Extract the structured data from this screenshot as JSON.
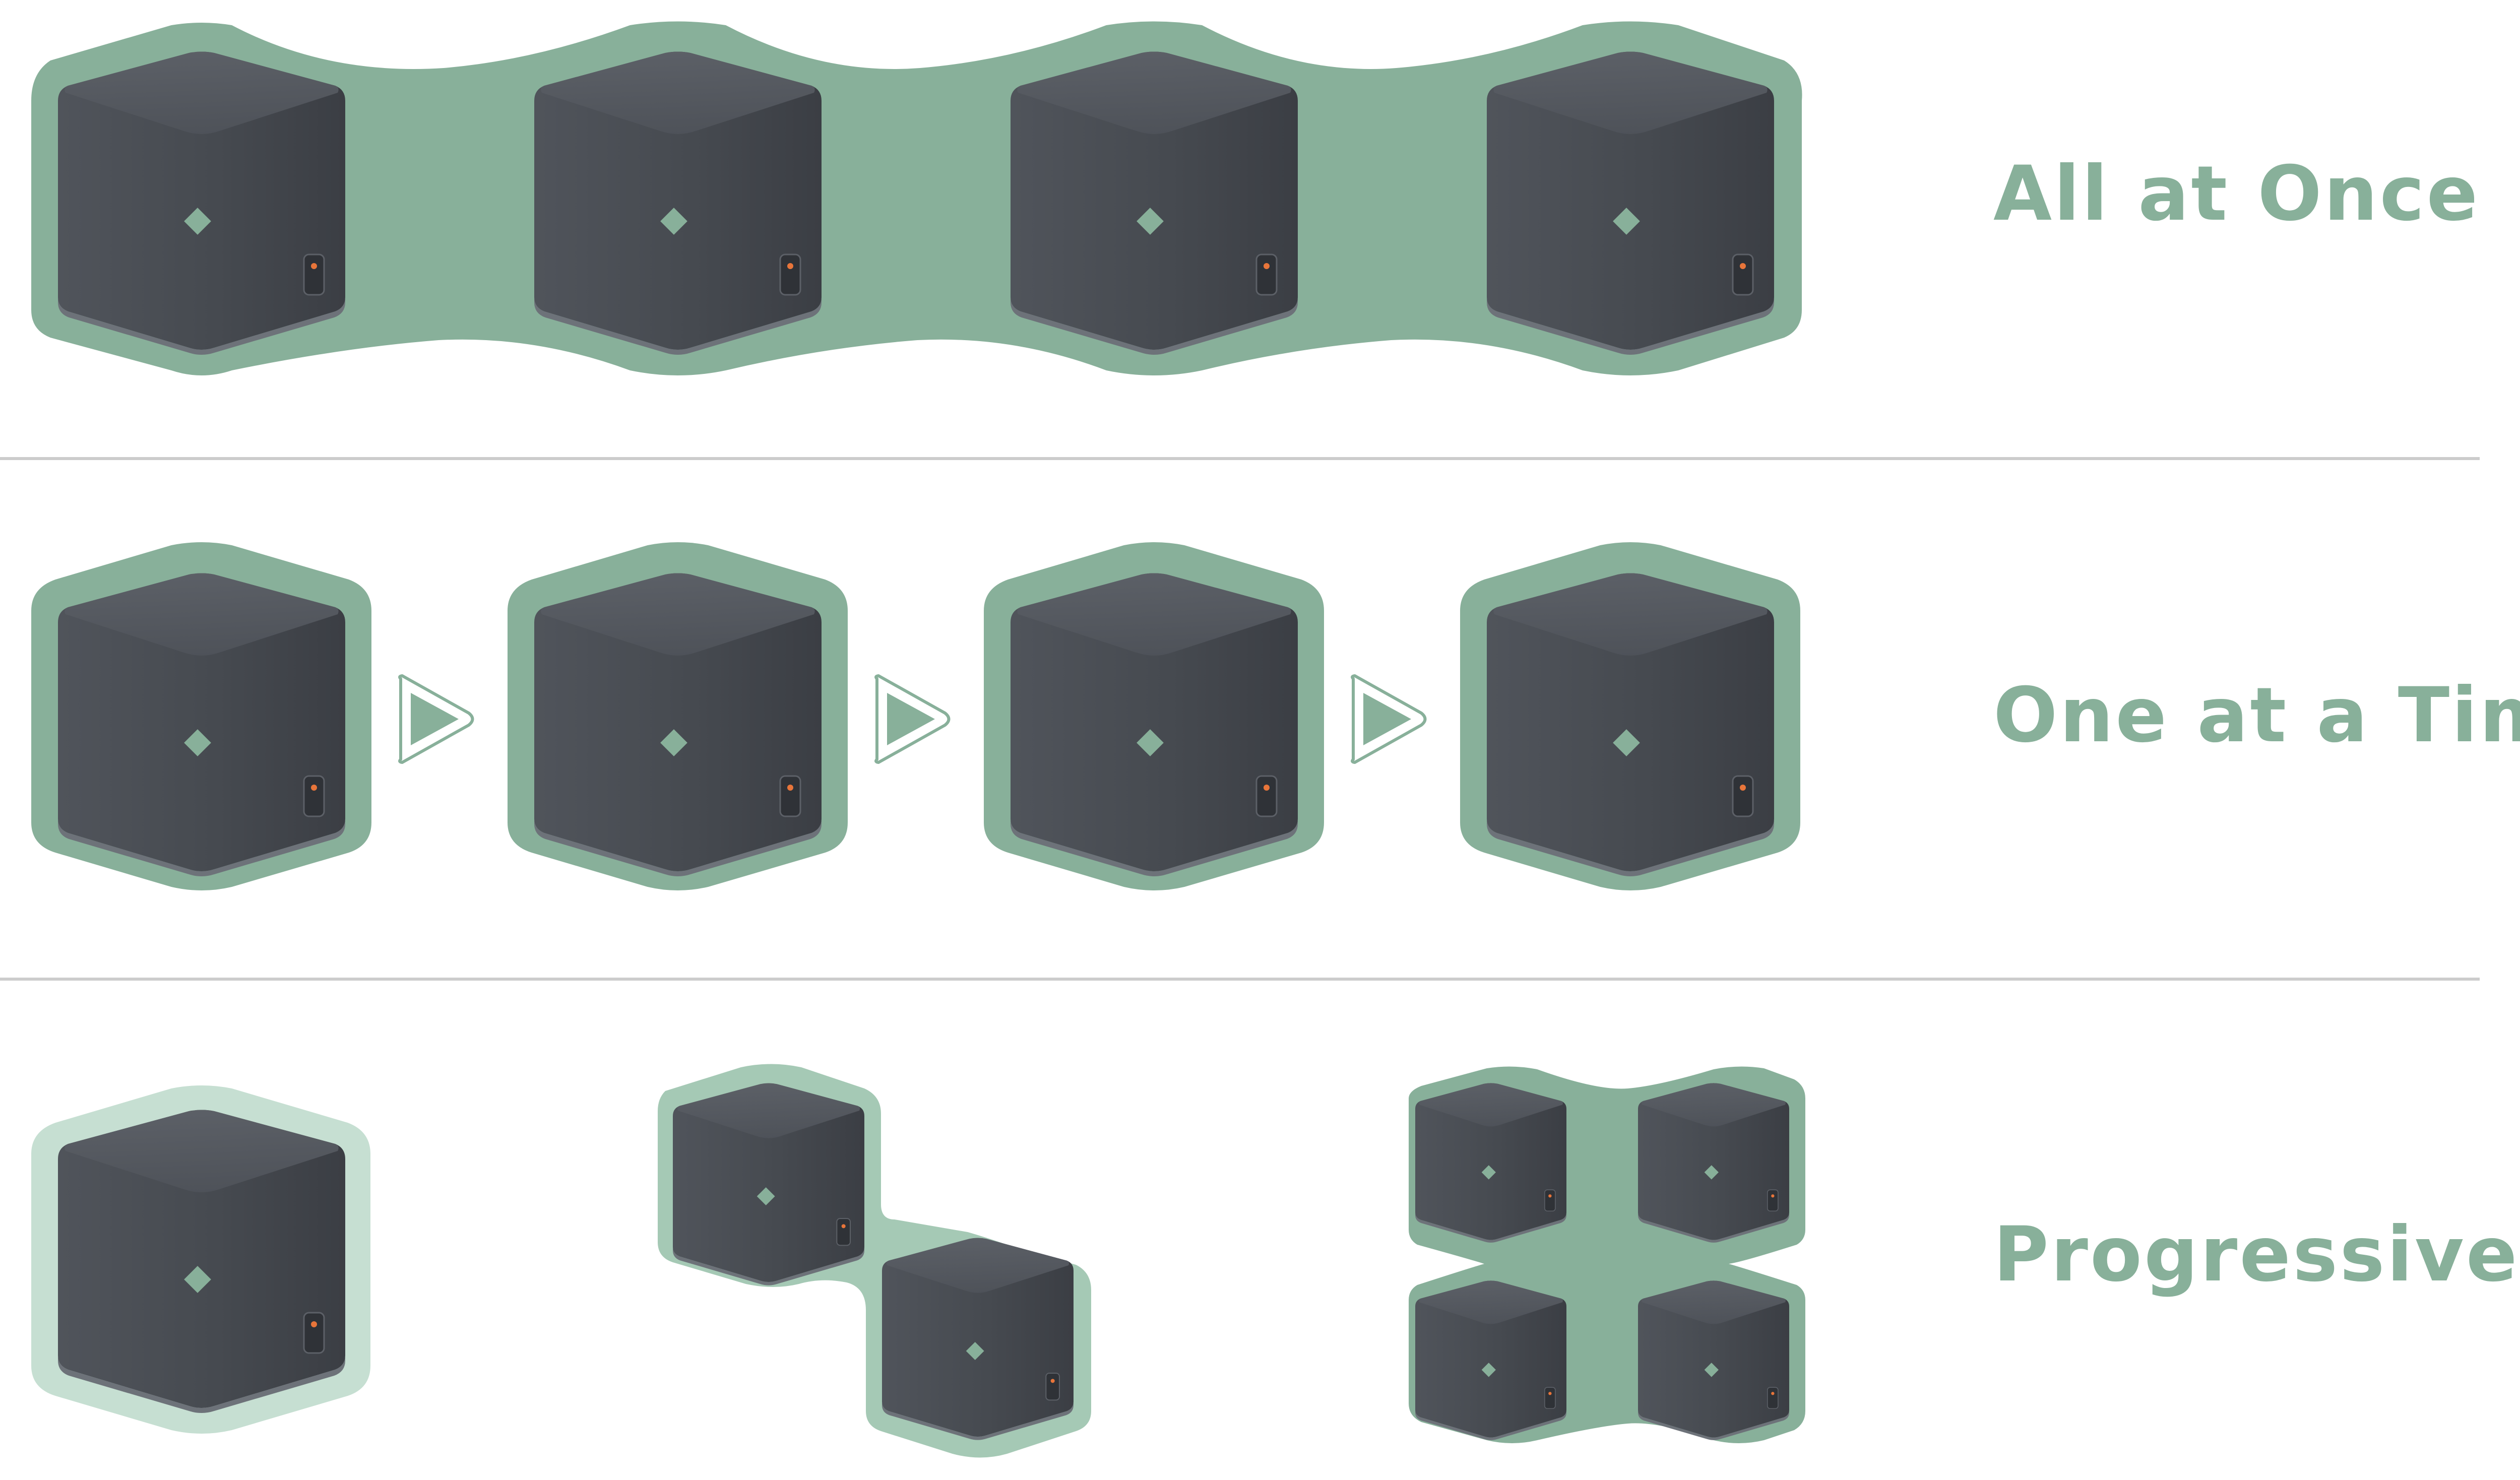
{
  "colors": {
    "halo": "#88b09a",
    "halo_light": "#c6dfd2",
    "cube_dark": "#3b3e44",
    "cube_mid": "#50545b",
    "cube_top": "#5b5f66",
    "indicator": "#88b09a",
    "port_led": "#e8753a",
    "divider": "#cccccc"
  },
  "rows": [
    {
      "label": "All at Once",
      "icon": "mesh-node-cube"
    },
    {
      "label": "One at a Time",
      "icon": "mesh-node-cube"
    },
    {
      "label": "Progressive",
      "icon": "mesh-node-cube"
    }
  ],
  "sequence_arrows": [
    "play-arrow-icon",
    "play-arrow-icon",
    "play-arrow-icon"
  ]
}
